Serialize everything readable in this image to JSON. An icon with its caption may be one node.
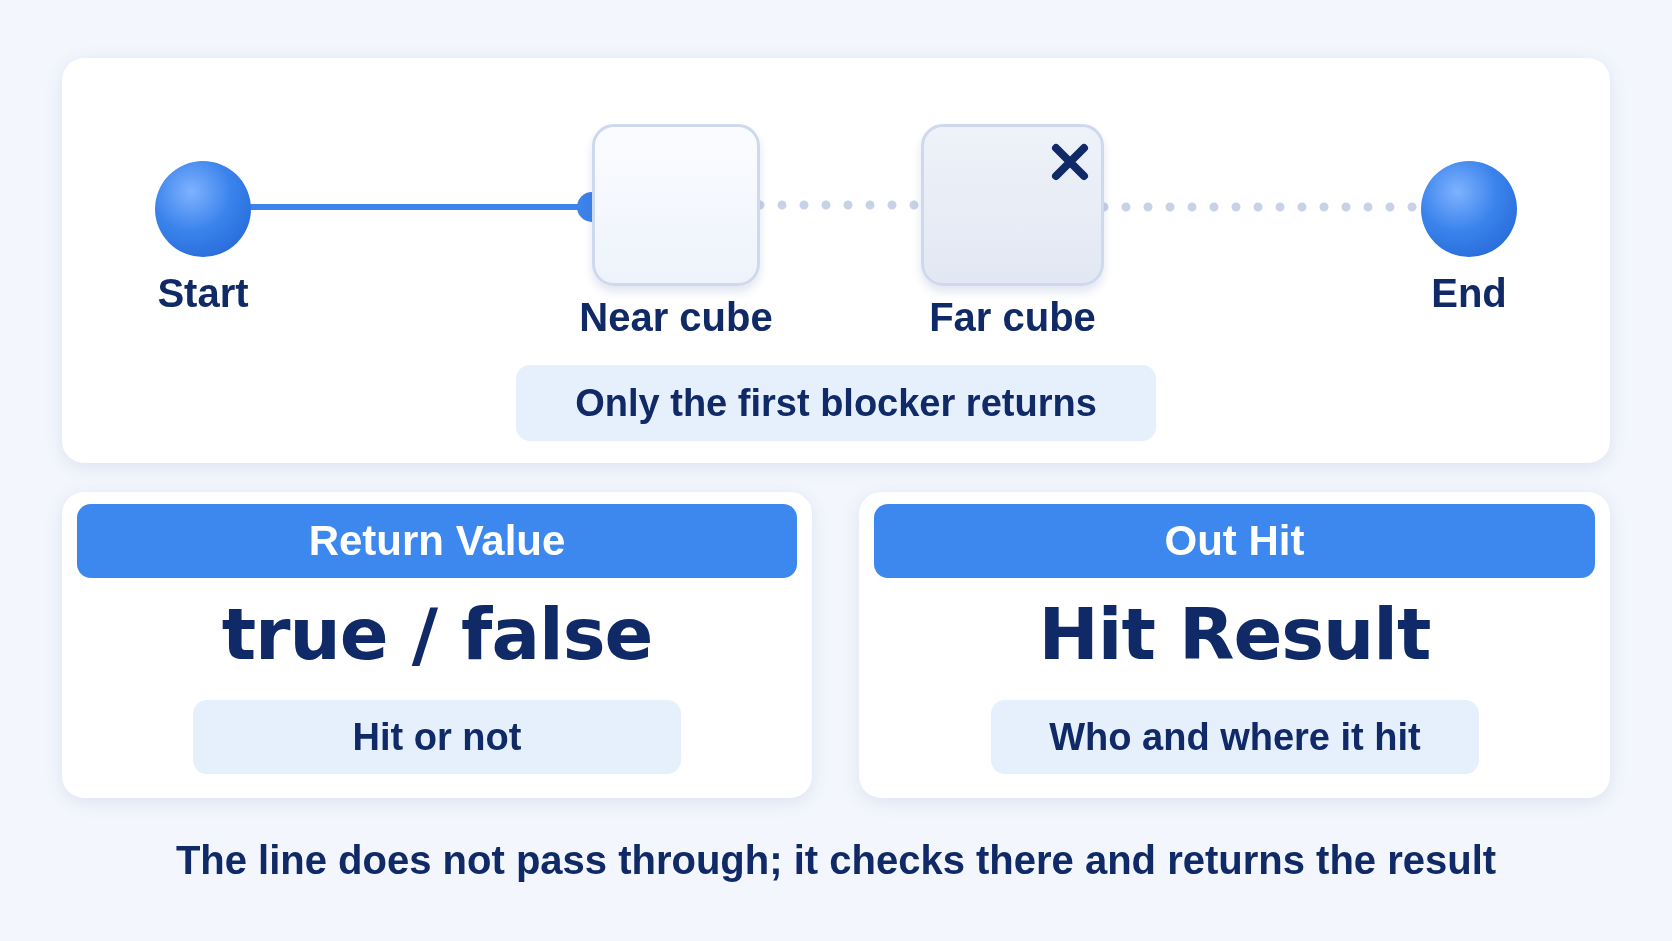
{
  "diagram": {
    "caption": "The line does not pass through; it checks there and returns the result",
    "nodes": [
      {
        "text": [],
        "shape": "box"
      },
      {
        "text": [
          "Start"
        ],
        "in": 0
      },
      {
        "text": [
          "Near cube"
        ],
        "in": 0
      },
      {
        "text": [
          "Far cube"
        ],
        "in": 0
      },
      {
        "text": [
          "End"
        ],
        "in": 0
      },
      {
        "text": [
          "Only the first blocker returns"
        ],
        "in": 0
      },
      {
        "text": [
          "Return Value",
          "true / false"
        ]
      },
      {
        "text": [
          "Hit or not"
        ],
        "in": 6
      },
      {
        "text": [
          "Out Hit",
          "Hit Result"
        ]
      },
      {
        "text": [
          "Who and where it hit"
        ],
        "in": 8
      }
    ],
    "edges": [
      {
        "from": 1,
        "to": 2,
        "arrow": "other",
        "color": "#3b82ea"
      },
      {
        "from": 2,
        "to": 3,
        "arrow": "none",
        "style": "dashed"
      },
      {
        "from": 3,
        "to": 4,
        "arrow": "none",
        "style": "dashed"
      }
    ]
  }
}
